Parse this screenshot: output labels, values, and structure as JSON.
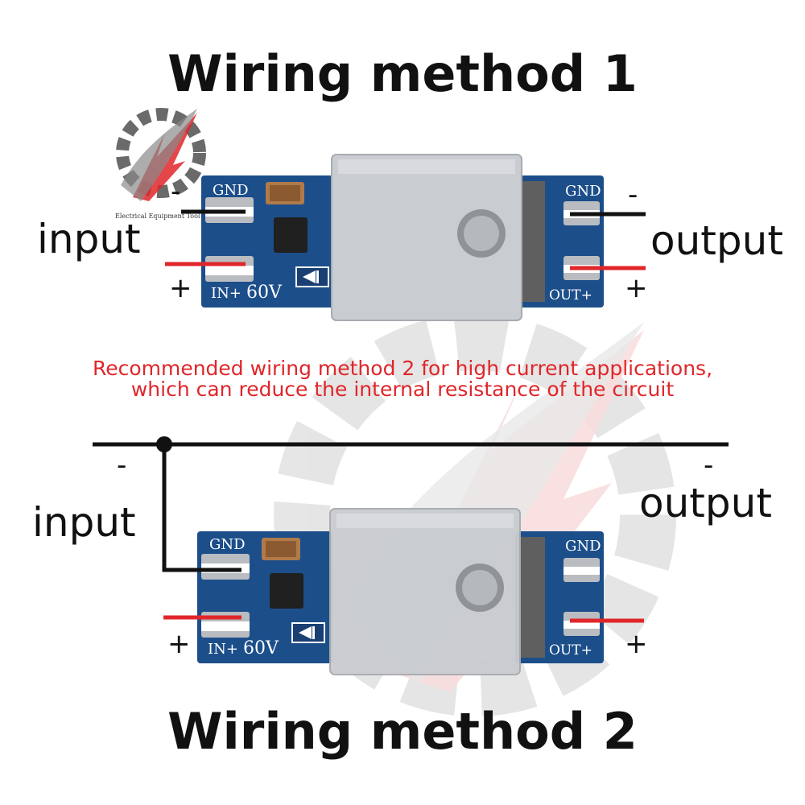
{
  "diagram": {
    "title_top": "Wiring method 1",
    "title_bottom": "Wiring method 2",
    "note_line1": "Recommended wiring method 2 for high current applications,",
    "note_line2": "which can reduce the internal resistance of the circuit",
    "logo_text": "Electrical Equipment Tool",
    "method1": {
      "input_label": "input",
      "output_label": "output",
      "minus_left": "-",
      "plus_left": "+",
      "minus_right": "-",
      "plus_right": "+"
    },
    "method2": {
      "input_label": "input",
      "output_label": "output",
      "minus_left": "-",
      "plus_left": "+",
      "minus_right": "-",
      "plus_right": "+"
    },
    "board": {
      "gnd_left": "GND",
      "gnd_right": "GND",
      "in_label": "IN+",
      "voltage": "60V",
      "out_label": "OUT+"
    },
    "colors": {
      "pcb": "#1c4e8a",
      "heatsink": "#c9ccd0",
      "positive_wire": "#e0262a",
      "negative_wire": "#111111",
      "note_text": "#e0262a"
    }
  }
}
